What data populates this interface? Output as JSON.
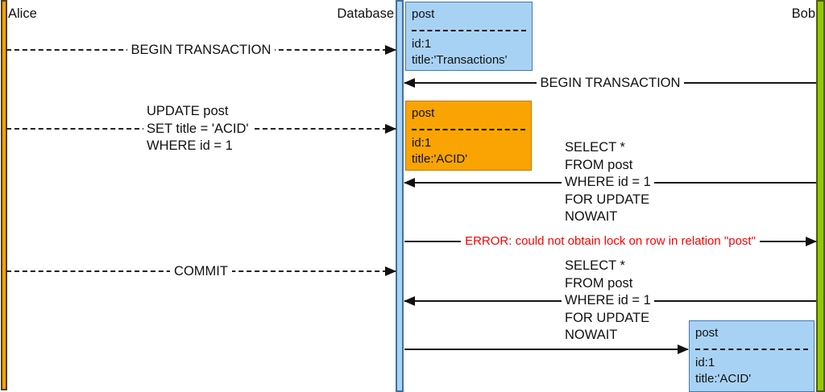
{
  "actors": {
    "alice": {
      "label": "Alice",
      "fill": "#FFA200",
      "border": "#4F4124"
    },
    "database": {
      "label": "Database",
      "fill": "#A9D2F4",
      "border": "#41719C"
    },
    "bob": {
      "label": "Bob",
      "fill": "#94C801",
      "border": "#4E5D10"
    }
  },
  "messages": {
    "alice_begin_transaction": {
      "text": "BEGIN TRANSACTION"
    },
    "alice_update": {
      "lines": [
        "UPDATE post",
        "SET title = 'ACID'",
        "WHERE id = 1"
      ]
    },
    "bob_begin_transaction": {
      "text": "BEGIN TRANSACTION"
    },
    "bob_select_first": {
      "lines": [
        "SELECT *",
        "FROM post",
        "WHERE id = 1",
        "FOR UPDATE",
        "NOWAIT"
      ]
    },
    "database_error": {
      "text": "ERROR: could not obtain lock on row in relation \"post\"",
      "color": "#FF0000"
    },
    "alice_commit": {
      "text": "COMMIT"
    },
    "bob_select_second": {
      "lines": [
        "SELECT *",
        "FROM post",
        "WHERE id = 1",
        "FOR UPDATE",
        "NOWAIT"
      ]
    }
  },
  "notes": {
    "post_transactions": {
      "title": "post",
      "fields": [
        "id:1",
        "title:'Transactions'"
      ],
      "fill": "#A8D2F4",
      "border": "#4579AE"
    },
    "post_acid_pending": {
      "title": "post",
      "fields": [
        "id:1",
        "title:'ACID'"
      ],
      "fill": "#F9A402",
      "border": "#BF7C00"
    },
    "post_acid_committed": {
      "title": "post",
      "fields": [
        "id:1",
        "title:'ACID'"
      ],
      "fill": "#A8D2F4",
      "border": "#4579AE"
    }
  }
}
